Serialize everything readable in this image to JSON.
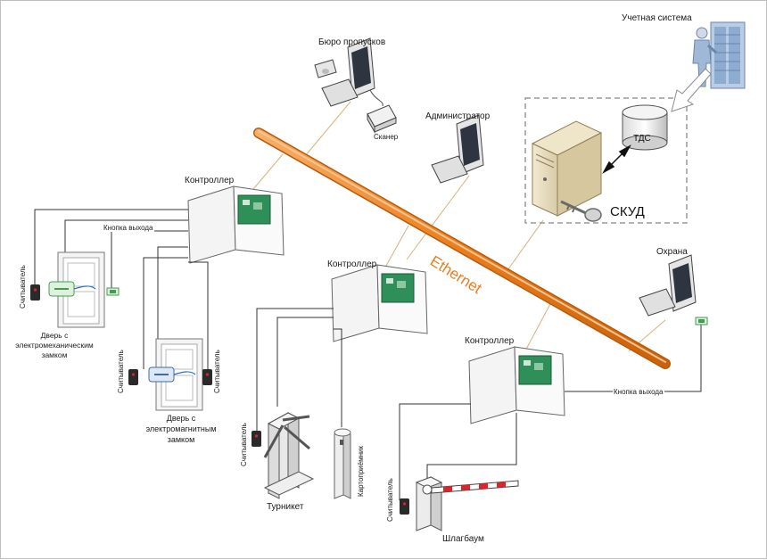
{
  "labels": {
    "accounting_system": "Учетная система",
    "pass_office": "Бюро пропусков",
    "scanner": "Сканер",
    "administrator": "Администратор",
    "tds": "ТДС",
    "skud": "СКУД",
    "ethernet": "Ethernet",
    "guard": "Охрана",
    "controller_1": "Контроллер",
    "controller_2": "Контроллер",
    "controller_3": "Контроллер",
    "exit_button_1": "Кнопка выхода",
    "exit_button_2": "Кнопка выхода",
    "reader_1": "Считыватель",
    "reader_2": "Считыватель",
    "reader_3": "Считыватель",
    "reader_4": "Считыватель",
    "reader_5": "Считыватель",
    "door_mech_line1": "Дверь с",
    "door_mech_line2": "электромеханическим",
    "door_mech_line3": "замком",
    "door_mag_line1": "Дверь с",
    "door_mag_line2": "электромагнитным",
    "door_mag_line3": "замком",
    "turnstile": "Турникет",
    "card_receiver": "Картоприёмник",
    "barrier": "Шлагбаум"
  },
  "colors": {
    "ethernet": "#ea7e1e",
    "ethernet_light": "#f6b06a",
    "wire": "#333333",
    "tan_link": "#d9b07a",
    "panel_board": "#2f8f58",
    "button_green": "#3f9f4a",
    "reader_red": "#d8262b"
  }
}
